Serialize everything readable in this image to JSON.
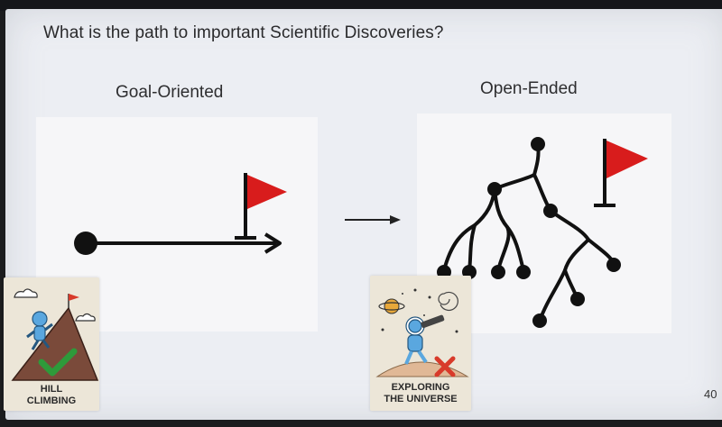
{
  "slide": {
    "title": "What is the path to important Scientific Discoveries?",
    "left_heading": "Goal-Oriented",
    "right_heading": "Open-Ended",
    "page_number": "40"
  },
  "cards": {
    "hill_climbing": {
      "line1": "HILL",
      "line2": "CLIMBING"
    },
    "exploring": {
      "line1": "EXPLORING",
      "line2": "THE UNIVERSE"
    }
  },
  "colors": {
    "flag": "#d81c1c",
    "ink": "#111111",
    "check": "#2e9a3a",
    "cross": "#d83a2a",
    "astronaut": "#5aa7df",
    "mountain": "#7a4a3a"
  },
  "icons": [
    "red-flag-icon",
    "check-icon",
    "cross-icon",
    "telescope-icon",
    "planet-icon",
    "galaxy-icon",
    "cloud-icon"
  ]
}
